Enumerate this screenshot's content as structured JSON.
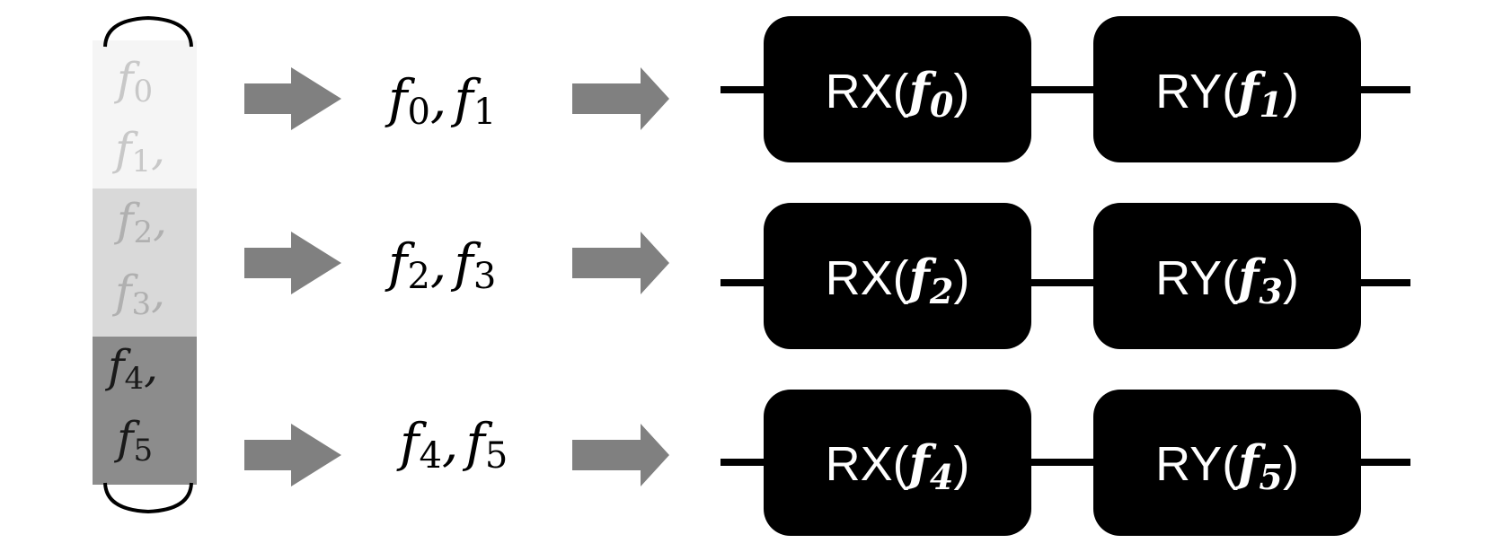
{
  "feature_vector": {
    "items": [
      {
        "symbol": "f",
        "sub": "0",
        "sep": ""
      },
      {
        "symbol": "f",
        "sub": "1",
        "sep": ","
      },
      {
        "symbol": "f",
        "sub": "2",
        "sep": ","
      },
      {
        "symbol": "f",
        "sub": "3",
        "sep": ","
      },
      {
        "symbol": "f",
        "sub": "4",
        "sep": ","
      },
      {
        "symbol": "f",
        "sub": "5",
        "sep": ""
      }
    ],
    "group_colors": [
      "#f5f5f5",
      "#d9d9d9",
      "#8c8c8c"
    ],
    "text_colors": [
      "#c8c8c8",
      "#c8c8c8",
      "#b0b0b0",
      "#b0b0b0",
      "#1a1a1a",
      "#1a1a1a"
    ]
  },
  "rows": [
    {
      "pair": {
        "a_sym": "f",
        "a_sub": "0",
        "comma": ",",
        "b_sym": "f",
        "b_sub": "1"
      },
      "gates": [
        {
          "name": "RX",
          "open": "(",
          "arg_sym": "f",
          "arg_sub": "0",
          "close": ")"
        },
        {
          "name": "RY",
          "open": "(",
          "arg_sym": "f",
          "arg_sub": "1",
          "close": ")"
        }
      ]
    },
    {
      "pair": {
        "a_sym": "f",
        "a_sub": "2",
        "comma": ",",
        "b_sym": "f",
        "b_sub": "3"
      },
      "gates": [
        {
          "name": "RX",
          "open": "(",
          "arg_sym": "f",
          "arg_sub": "2",
          "close": ")"
        },
        {
          "name": "RY",
          "open": "(",
          "arg_sym": "f",
          "arg_sub": "3",
          "close": ")"
        }
      ]
    },
    {
      "pair": {
        "a_sym": "f",
        "a_sub": "4",
        "comma": ",",
        "b_sym": "f",
        "b_sub": "5"
      },
      "gates": [
        {
          "name": "RX",
          "open": "(",
          "arg_sym": "f",
          "arg_sub": "4",
          "close": ")"
        },
        {
          "name": "RY",
          "open": "(",
          "arg_sym": "f",
          "arg_sub": "5",
          "close": ")"
        }
      ]
    }
  ],
  "colors": {
    "arrow": "#808080",
    "gate_fill": "#000000",
    "gate_text": "#ffffff",
    "wire": "#000000",
    "bracket": "#000000"
  }
}
